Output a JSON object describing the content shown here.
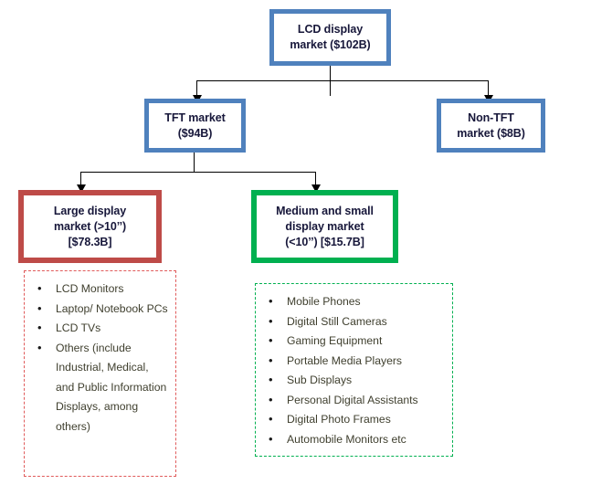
{
  "diagram": {
    "title": "LCD display market segmentation tree",
    "colors": {
      "blue": "#4F81BD",
      "red": "#BE4B48",
      "green": "#00B050",
      "red_dashed": "#E05B5B",
      "green_dashed": "#00B050",
      "box_text": "#17173a",
      "list_text": "#3f3f2e",
      "connector": "#000000",
      "background": "#ffffff"
    },
    "nodes": {
      "root": {
        "line1": "LCD display",
        "line2": "market ($102B)",
        "border_color": "#4F81BD"
      },
      "tft": {
        "line1": "TFT market",
        "line2": "($94B)",
        "border_color": "#4F81BD"
      },
      "non_tft": {
        "line1": "Non-TFT",
        "line2": "market ($8B)",
        "border_color": "#4F81BD"
      },
      "large_display": {
        "line1": "Large display",
        "line2": "market (>10’’)",
        "line3": "[$78.3B]",
        "border_color": "#BE4B48"
      },
      "medium_small_display": {
        "line1": "Medium and small",
        "line2": "display market",
        "line3": "(<10’’) [$15.7B]",
        "border_color": "#00B050"
      }
    },
    "lists": {
      "large_display_items": [
        "LCD Monitors",
        "Laptop/ Notebook PCs",
        "LCD TVs",
        "Others (include Industrial, Medical, and Public Information Displays, among others)"
      ],
      "medium_small_display_items": [
        "Mobile Phones",
        "Digital Still Cameras",
        "Gaming Equipment",
        "Portable Media Players",
        "Sub Displays",
        "Personal Digital Assistants",
        "Digital Photo Frames",
        "Automobile Monitors etc"
      ]
    }
  }
}
